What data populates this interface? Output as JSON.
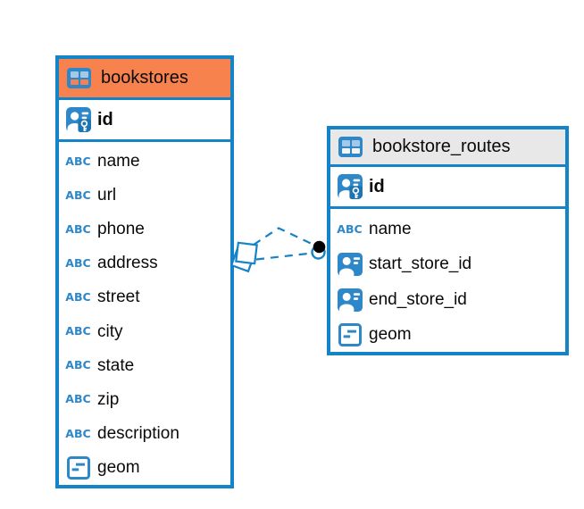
{
  "colors": {
    "border_blue": "#1583C7",
    "icon_blue": "#2E87C8",
    "header_orange": "#F7824E",
    "header_gray": "#E8E8E8",
    "relationship_line": "#1583C7",
    "text": "#0a0a0a"
  },
  "icons": {
    "abc_text": "ABC",
    "table_icon": "table-grid-icon",
    "pk_icon": "person-key-icon",
    "ref_icon": "person-badge-icon",
    "geom_icon": "geometry-icon"
  },
  "diagram": {
    "tables": [
      {
        "title": "bookstores",
        "header_color": "#F7824E",
        "primary_key": {
          "name": "id",
          "type": "person-key"
        },
        "fields": [
          {
            "name": "name",
            "type": "text"
          },
          {
            "name": "url",
            "type": "text"
          },
          {
            "name": "phone",
            "type": "text"
          },
          {
            "name": "address",
            "type": "text"
          },
          {
            "name": "street",
            "type": "text"
          },
          {
            "name": "city",
            "type": "text"
          },
          {
            "name": "state",
            "type": "text"
          },
          {
            "name": "zip",
            "type": "text"
          },
          {
            "name": "description",
            "type": "text"
          },
          {
            "name": "geom",
            "type": "geometry"
          }
        ]
      },
      {
        "title": "bookstore_routes",
        "header_color": "#E8E8E8",
        "primary_key": {
          "name": "id",
          "type": "person-key"
        },
        "fields": [
          {
            "name": "name",
            "type": "text"
          },
          {
            "name": "start_store_id",
            "type": "reference"
          },
          {
            "name": "end_store_id",
            "type": "reference"
          },
          {
            "name": "geom",
            "type": "geometry"
          }
        ]
      }
    ],
    "relationship": {
      "from_table": "bookstores",
      "to_table": "bookstore_routes",
      "line_style": "dashed",
      "line_color": "#1583C7",
      "from_marker": "diamond-stack",
      "to_marker": "black-dot-ring",
      "path_count": 2
    }
  }
}
